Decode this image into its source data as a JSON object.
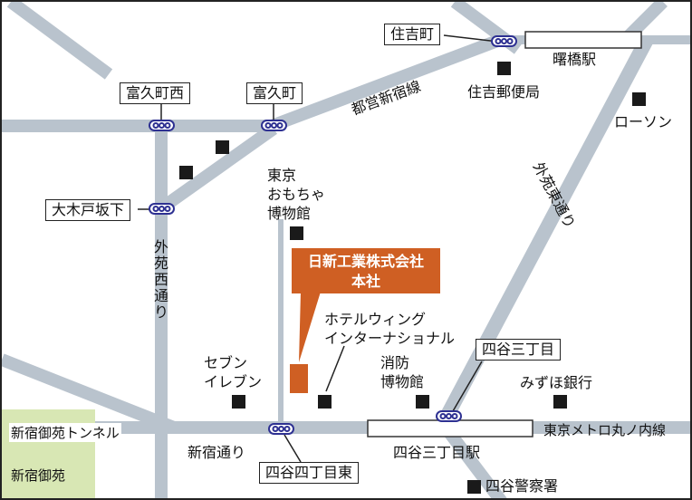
{
  "stations": {
    "sumiyoshicho": "住吉町",
    "tomihisacho_nishi": "富久町西",
    "tomihisacho": "富久町",
    "ookido_sakashita": "大木戸坂下",
    "yotsuya_sanchome": "四谷三丁目",
    "yotsuya_yonchome_higashi": "四谷四丁目東",
    "akebonobashi": "曙橋駅",
    "yotsuya_sanchome_eki": "四谷三丁目駅"
  },
  "roads": {
    "toei_shinjuku_line": "都営新宿線",
    "gaien_higashi_dori": "外苑東通り",
    "gaien_nishi_dori": "外苑西通り",
    "shinjuku_dori": "新宿通り",
    "marunouchi_line": "東京メトロ丸ノ内線",
    "shinjuku_gyoen_tunnel": "新宿御苑トンネル"
  },
  "landmarks": {
    "post_office": "住吉郵便局",
    "lawson": "ローソン",
    "toy_museum": "東京\nおもちゃ\n博物館",
    "hotel": "ホテルウィング\nインターナショナル",
    "seven_eleven": "セブン\nイレブン",
    "fire_museum": "消防\n博物館",
    "mizuho": "みずほ銀行",
    "police": "四谷警察署",
    "park": "新宿御苑"
  },
  "hq": {
    "line1": "日新工業株式会社",
    "line2": "本社"
  },
  "colors": {
    "road": "#b9c3cd",
    "hq": "#cf5f23",
    "park": "#d8e7b4",
    "station_dot": "#2e3192"
  }
}
